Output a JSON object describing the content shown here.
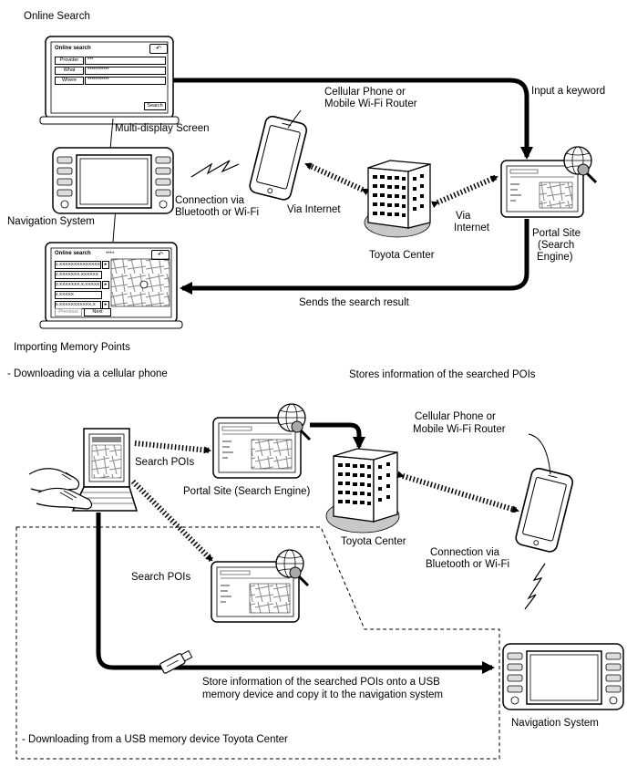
{
  "labels": {
    "online_search": "Online Search",
    "multi_display": "Multi-display Screen",
    "navigation_system_top": "Navigation System",
    "cellular_top_1": "Cellular Phone or",
    "cellular_top_2": "Mobile Wi-Fi Router",
    "input_keyword": "Input a keyword",
    "connection_top_1": "Connection via",
    "connection_top_2": "Bluetooth or Wi-Fi",
    "via_internet_left": "Via Internet",
    "via_internet_right_1": "Via",
    "via_internet_right_2": "Internet",
    "toyota_center_top": "Toyota Center",
    "portal_site_1": "Portal Site",
    "portal_site_2": "(Search",
    "portal_site_3": "Engine)",
    "sends_result": "Sends the search result",
    "importing": "Importing Memory Points",
    "downloading_phone": "- Downloading via a cellular phone",
    "stores_info": "Stores information of the searched POIs",
    "cellular_bottom_1": "Cellular Phone or",
    "cellular_bottom_2": "Mobile Wi-Fi Router",
    "search_pois_1": "Search POIs",
    "portal_site_bottom": "Portal Site (Search Engine)",
    "toyota_center_bottom": "Toyota Center",
    "search_pois_2": "Search POIs",
    "connection_bottom_1": "Connection via",
    "connection_bottom_2": "Bluetooth or Wi-Fi",
    "store_usb_1": "Store information of the searched POIs onto a USB",
    "store_usb_2": "memory device and copy it to the navigation system",
    "downloading_usb": "- Downloading from a USB memory device Toyota Center",
    "navigation_system_bottom": "Navigation System"
  },
  "online_search_screen": {
    "title": "Online search",
    "back_icon": "back-arrow-icon",
    "fields": [
      {
        "label": "Provider",
        "value": "***"
      },
      {
        "label": "What",
        "value": "***********"
      },
      {
        "label": "Where",
        "value": "***********"
      }
    ],
    "search_button": "Search"
  },
  "results_screen": {
    "title": "Online search",
    "dots": "****",
    "back_icon": "back-arrow-icon",
    "results": [
      "1.XXXXXXXXXXXXXXXX",
      "2.XXXXXXX,XXXXXX",
      "3.XXXXXXX,X,XXXXX",
      "4.XXXXX",
      "5.XXXXXXXXXXX,X"
    ],
    "previous_button": "Previous",
    "next_button": "Next"
  }
}
